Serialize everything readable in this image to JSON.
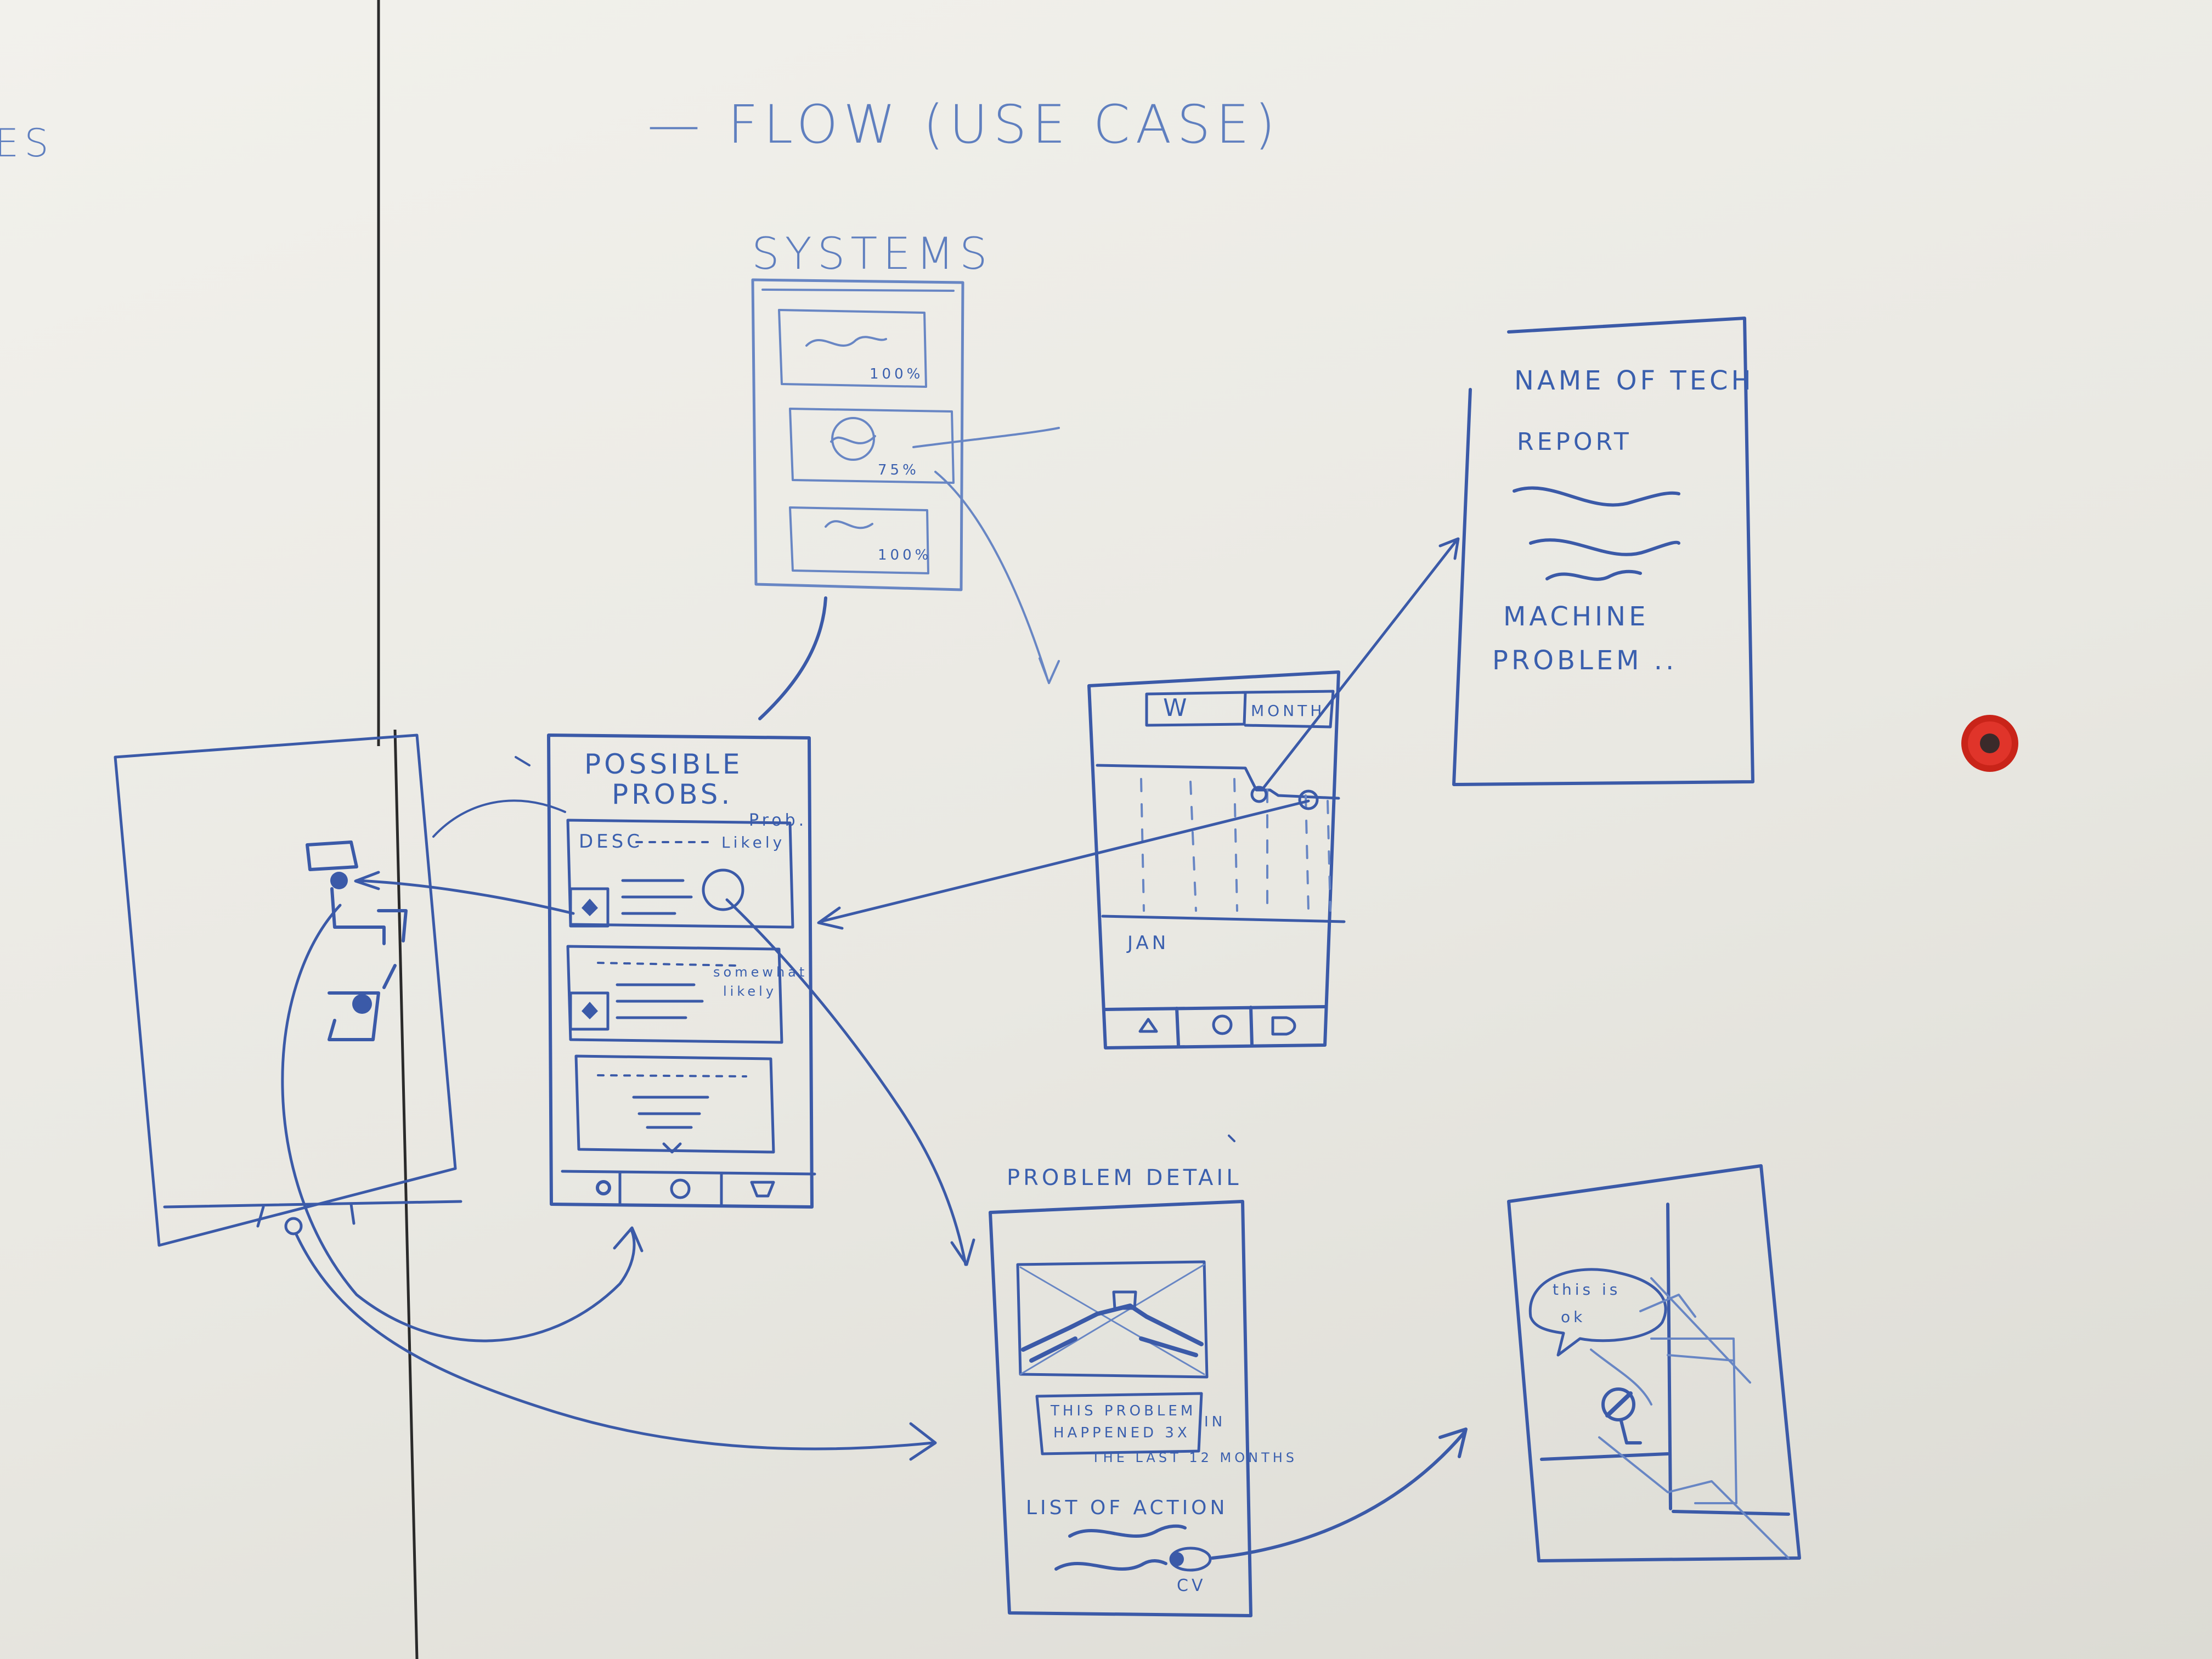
{
  "header": {
    "left_fragment": "ES",
    "title": "— FLOW (USE CASE)"
  },
  "systems_screen": {
    "title": "SYSTEMS",
    "cards": [
      {
        "value": "100%"
      },
      {
        "value": "75%"
      },
      {
        "value": "100%"
      }
    ]
  },
  "possible_probs_screen": {
    "title_line1": "POSSIBLE",
    "title_line2": "PROBS.",
    "col_desc": "DESC",
    "col_prob": "Prob.",
    "col_likely": "Likely",
    "row2_label_line1": "somewhat",
    "row2_label_line2": "likely",
    "tabbar": [
      "search-icon",
      "circle-icon",
      "folder-icon"
    ]
  },
  "chart_screen": {
    "tab_left": "W",
    "tab_right": "MONTH",
    "axis_label": "JAN",
    "tabbar": [
      "triangle-icon",
      "circle-icon",
      "d-icon"
    ]
  },
  "tech_report_screen": {
    "line1": "NAME OF TECH",
    "line2": "REPORT",
    "line3": "MACHINE",
    "line4": "PROBLEM .."
  },
  "problem_detail_screen": {
    "title": "PROBLEM DETAIL",
    "note_line1": "THIS PROBLEM",
    "note_line2": "HAPPENED 3X",
    "note_line3": "IN",
    "note_line4": "THE LAST 12 MONTHS",
    "actions_title": "LIST OF ACTION",
    "cv_label": "CV"
  },
  "ar_screen": {
    "bubble_line1": "this is",
    "bubble_line2": "ok"
  },
  "colors": {
    "ink": "#3b5aa8",
    "magnet": "#d8221c",
    "board": "#efeee9"
  }
}
